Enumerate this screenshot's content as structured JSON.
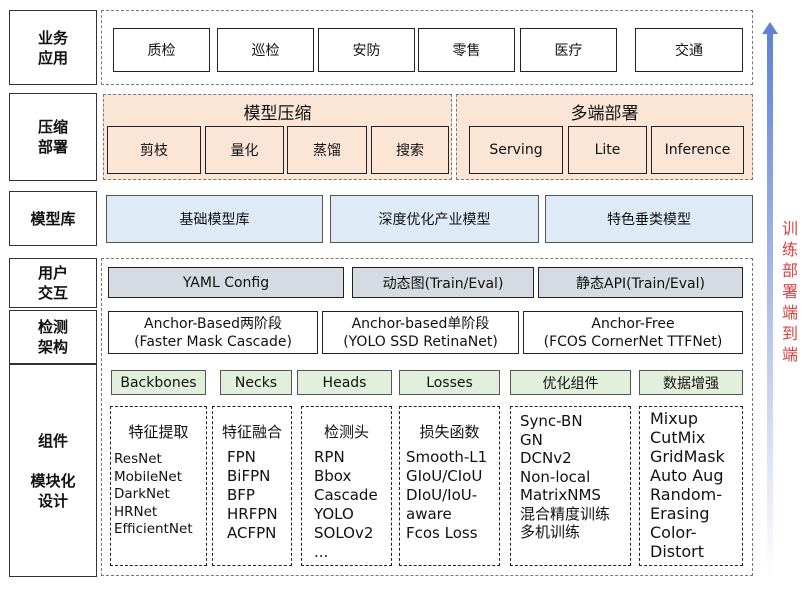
{
  "left_labels": {
    "biz": "业务\n应用",
    "compress": "压缩\n部署",
    "model_lib": "模型库",
    "user": "用户\n交互",
    "arch": "检测\n架构",
    "component": "组件\n\n模块化\n设计"
  },
  "business": [
    "质检",
    "巡检",
    "安防",
    "零售",
    "医疗",
    "交通"
  ],
  "compression": {
    "title": "模型压缩",
    "items": [
      "剪枝",
      "量化",
      "蒸馏",
      "搜索"
    ]
  },
  "deploy": {
    "title": "多端部署",
    "items": [
      "Serving",
      "Lite",
      "Inference"
    ]
  },
  "model_library": [
    "基础模型库",
    "深度优化产业模型",
    "特色垂类模型"
  ],
  "user_interaction": [
    "YAML Config",
    "动态图(Train/Eval)",
    "静态API(Train/Eval)"
  ],
  "architecture": [
    "Anchor-Based两阶段\n(Faster  Mask  Cascade)",
    "Anchor-based单阶段\n(YOLO  SSD  RetinaNet)",
    "Anchor-Free\n(FCOS CornerNet TTFNet)"
  ],
  "component_headers": [
    "Backbones",
    "Necks",
    "Heads",
    "Losses",
    "优化组件",
    "数据增强"
  ],
  "component_lists": [
    {
      "title": "特征提取",
      "items": "ResNet\nMobileNet\nDarkNet\nHRNet\nEfficientNet"
    },
    {
      "title": "特征融合",
      "items": "FPN\nBiFPN\nBFP\nHRFPN\nACFPN"
    },
    {
      "title": "检测头",
      "items": "RPN\nBbox\nCascade\nYOLO\nSOLOv2\n..."
    },
    {
      "title": "损失函数",
      "items": "Smooth-L1\nGIoU/CIoU\nDIoU/IoU-\naware\nFcos Loss"
    },
    {
      "title": "",
      "items": "Sync-BN\nGN\nDCNv2\nNon-local\nMatrixNMS\n混合精度训练\n多机训练"
    },
    {
      "title": "",
      "items": "Mixup\nCutMix\nGridMask\nAuto Aug\nRandom-\nErasing\nColor-\nDistort"
    }
  ],
  "side_label": "训练部署端到端",
  "colors": {
    "peach": "#fbe5d6",
    "blue": "#deebf7",
    "grey": "#d6dae3",
    "green": "#e2efda",
    "arrow": "#6f8fd8",
    "side_text": "#e04040"
  }
}
